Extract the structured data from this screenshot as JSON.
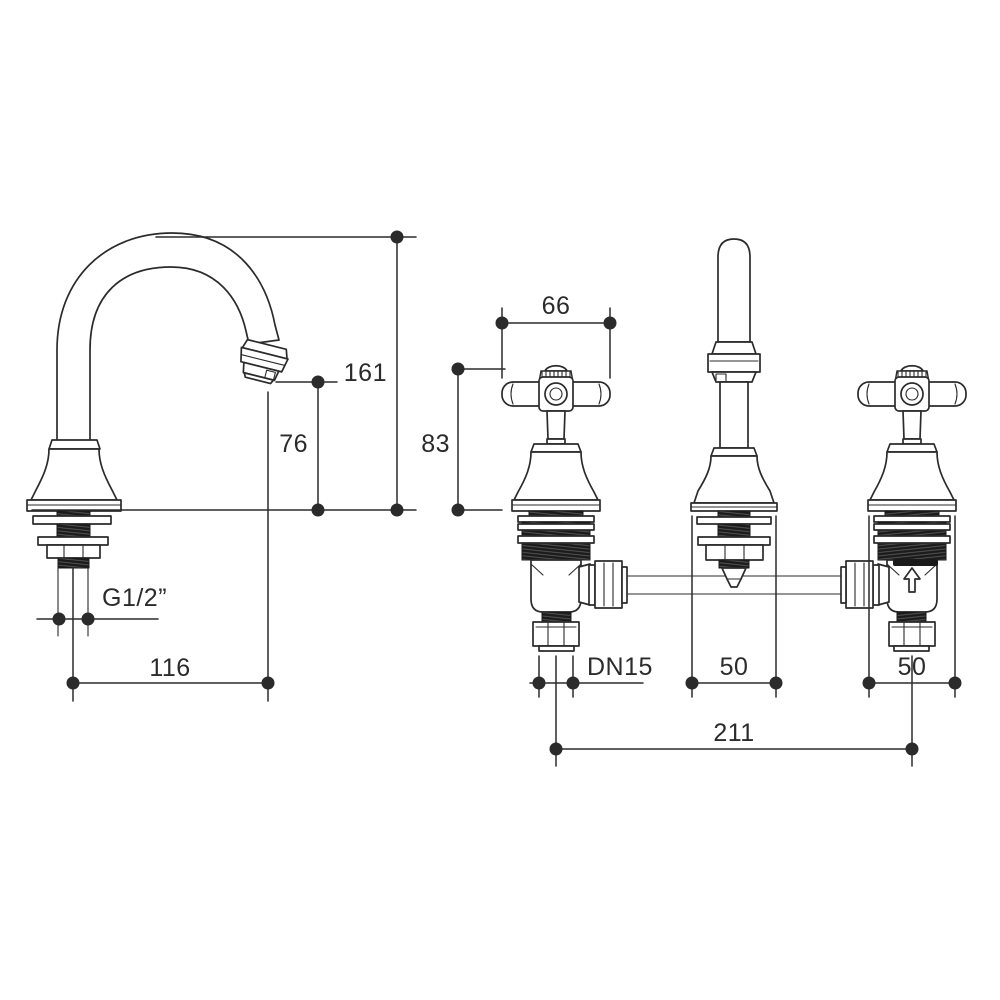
{
  "drawing": {
    "kind": "technical-dimension-drawing",
    "subject": "three-hole basin tap set with gooseneck spout and crosshead valves",
    "background": "#ffffff",
    "line_color": "#2b2b2b",
    "views": {
      "side_view": "spout side elevation with below-deck fixing shank",
      "front_view": "two crosshead valves and spout connected by inlet pipework"
    }
  },
  "dims": {
    "spout_overall_height": "161",
    "spout_outlet_height": "76",
    "spout_reach": "116",
    "inlet_thread": "G1/2”",
    "handle_width": "66",
    "valve_height": "83",
    "pipe_size": "DN15",
    "hole_size_middle": "50",
    "hole_size_right": "50",
    "valve_centres": "211"
  }
}
